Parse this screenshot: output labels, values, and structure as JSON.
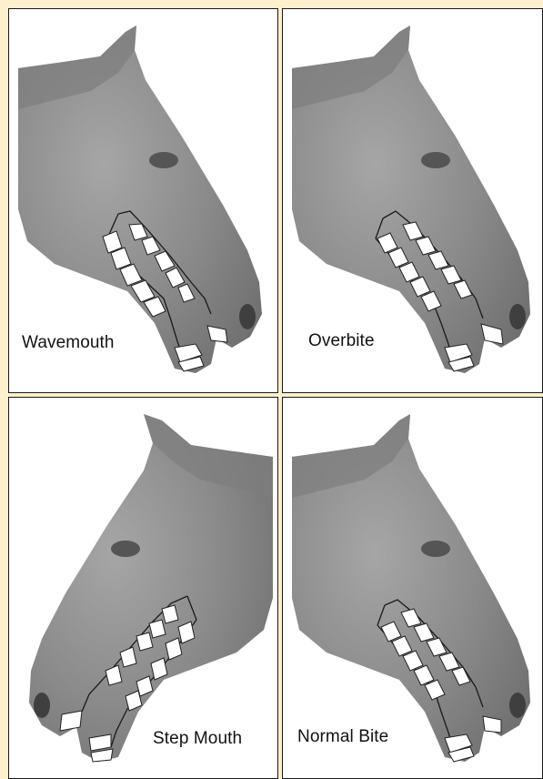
{
  "panels": [
    {
      "id": "wavemouth",
      "label": "Wavemouth"
    },
    {
      "id": "overbite",
      "label": "Overbite"
    },
    {
      "id": "step-mouth",
      "label": "Step Mouth"
    },
    {
      "id": "normal-bite",
      "label": "Normal Bite"
    }
  ],
  "colors": {
    "background": "#fdf0cf",
    "panel": "#ffffff",
    "border": "#1a1a1a",
    "head": "#8c8c8c",
    "teeth": "#ffffff"
  }
}
